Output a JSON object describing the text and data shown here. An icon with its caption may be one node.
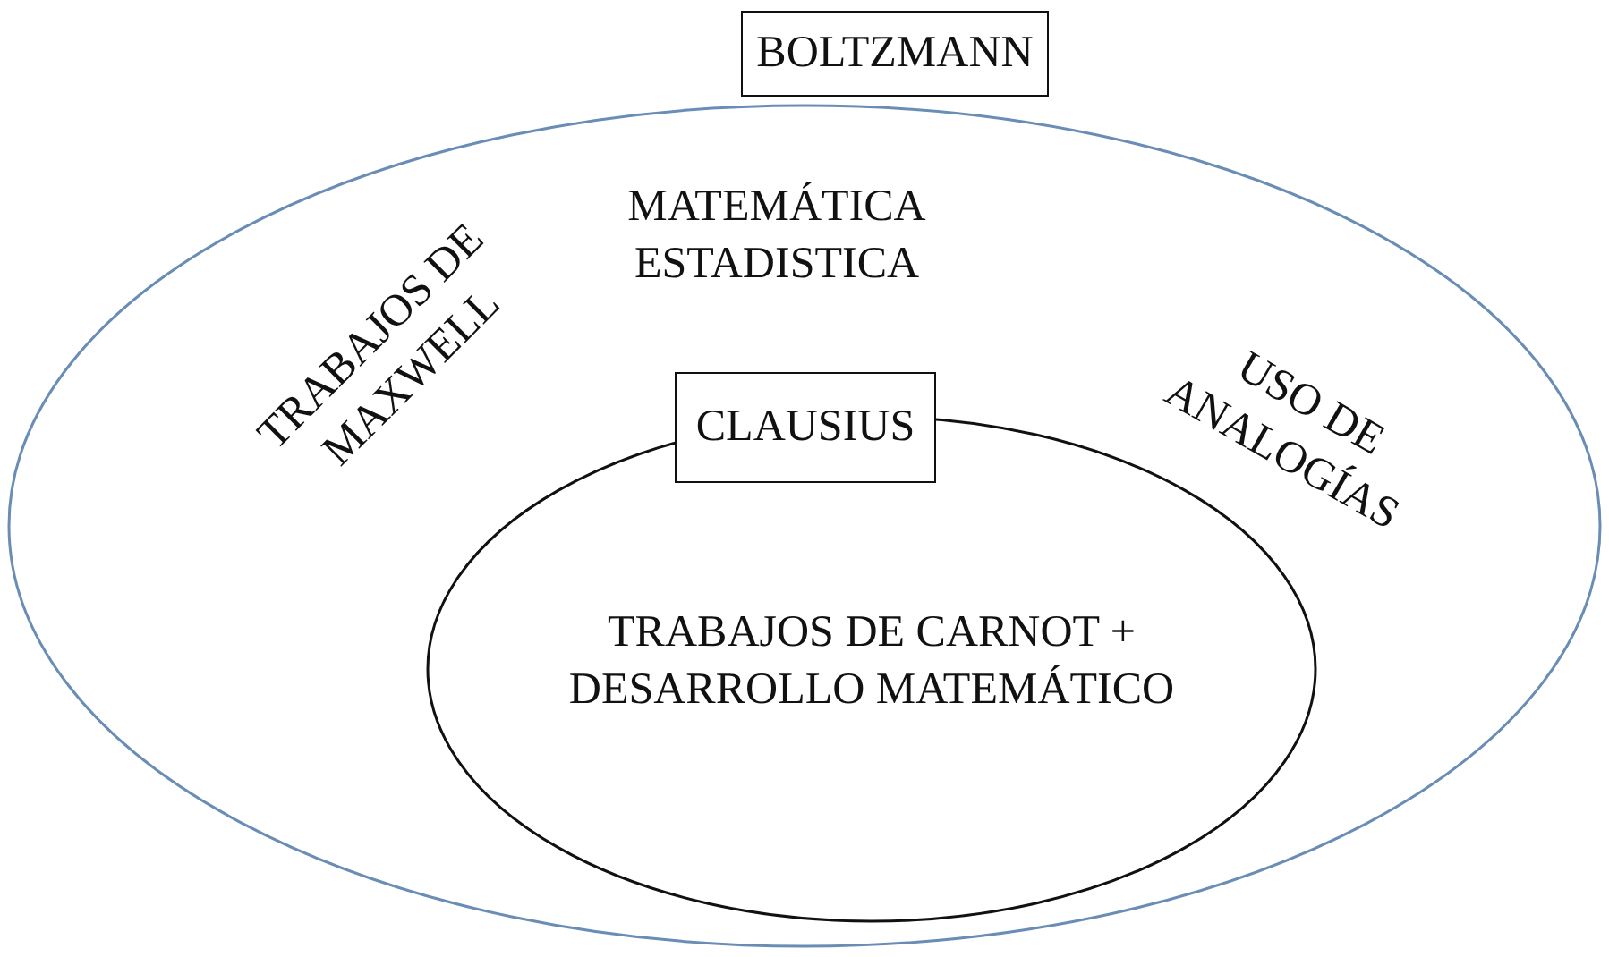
{
  "diagram": {
    "nodes": [
      {
        "text": [
          "MATEMÁTICA ESTADISTICA",
          "TRABAJOS DE MAXWELL",
          "USO DE ANALOGÍAS"
        ]
      },
      {
        "text": [
          "BOLTZMANN"
        ]
      },
      {
        "text": [
          "TRABAJOS DE CARNOT + DESARROLLO MATEMÁTICO"
        ],
        "in": 0
      },
      {
        "text": [
          "CLAUSIUS"
        ],
        "in": 0
      }
    ],
    "edges": []
  }
}
